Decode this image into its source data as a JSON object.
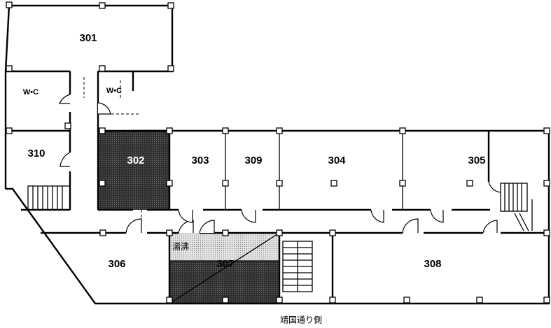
{
  "rooms": {
    "r301": "301",
    "r302": "302",
    "r303": "303",
    "r304": "304",
    "r305": "305",
    "r306": "306",
    "r307": "307",
    "r308": "308",
    "r309": "309",
    "r310": "310",
    "wc_left": "W•C",
    "wc_right": "W•C",
    "kitchenette": "湯沸"
  },
  "street_label": "靖国通り側",
  "legend": {
    "shaded_dark": "#3a3a3a",
    "shaded_light": "#d9d9d9"
  }
}
